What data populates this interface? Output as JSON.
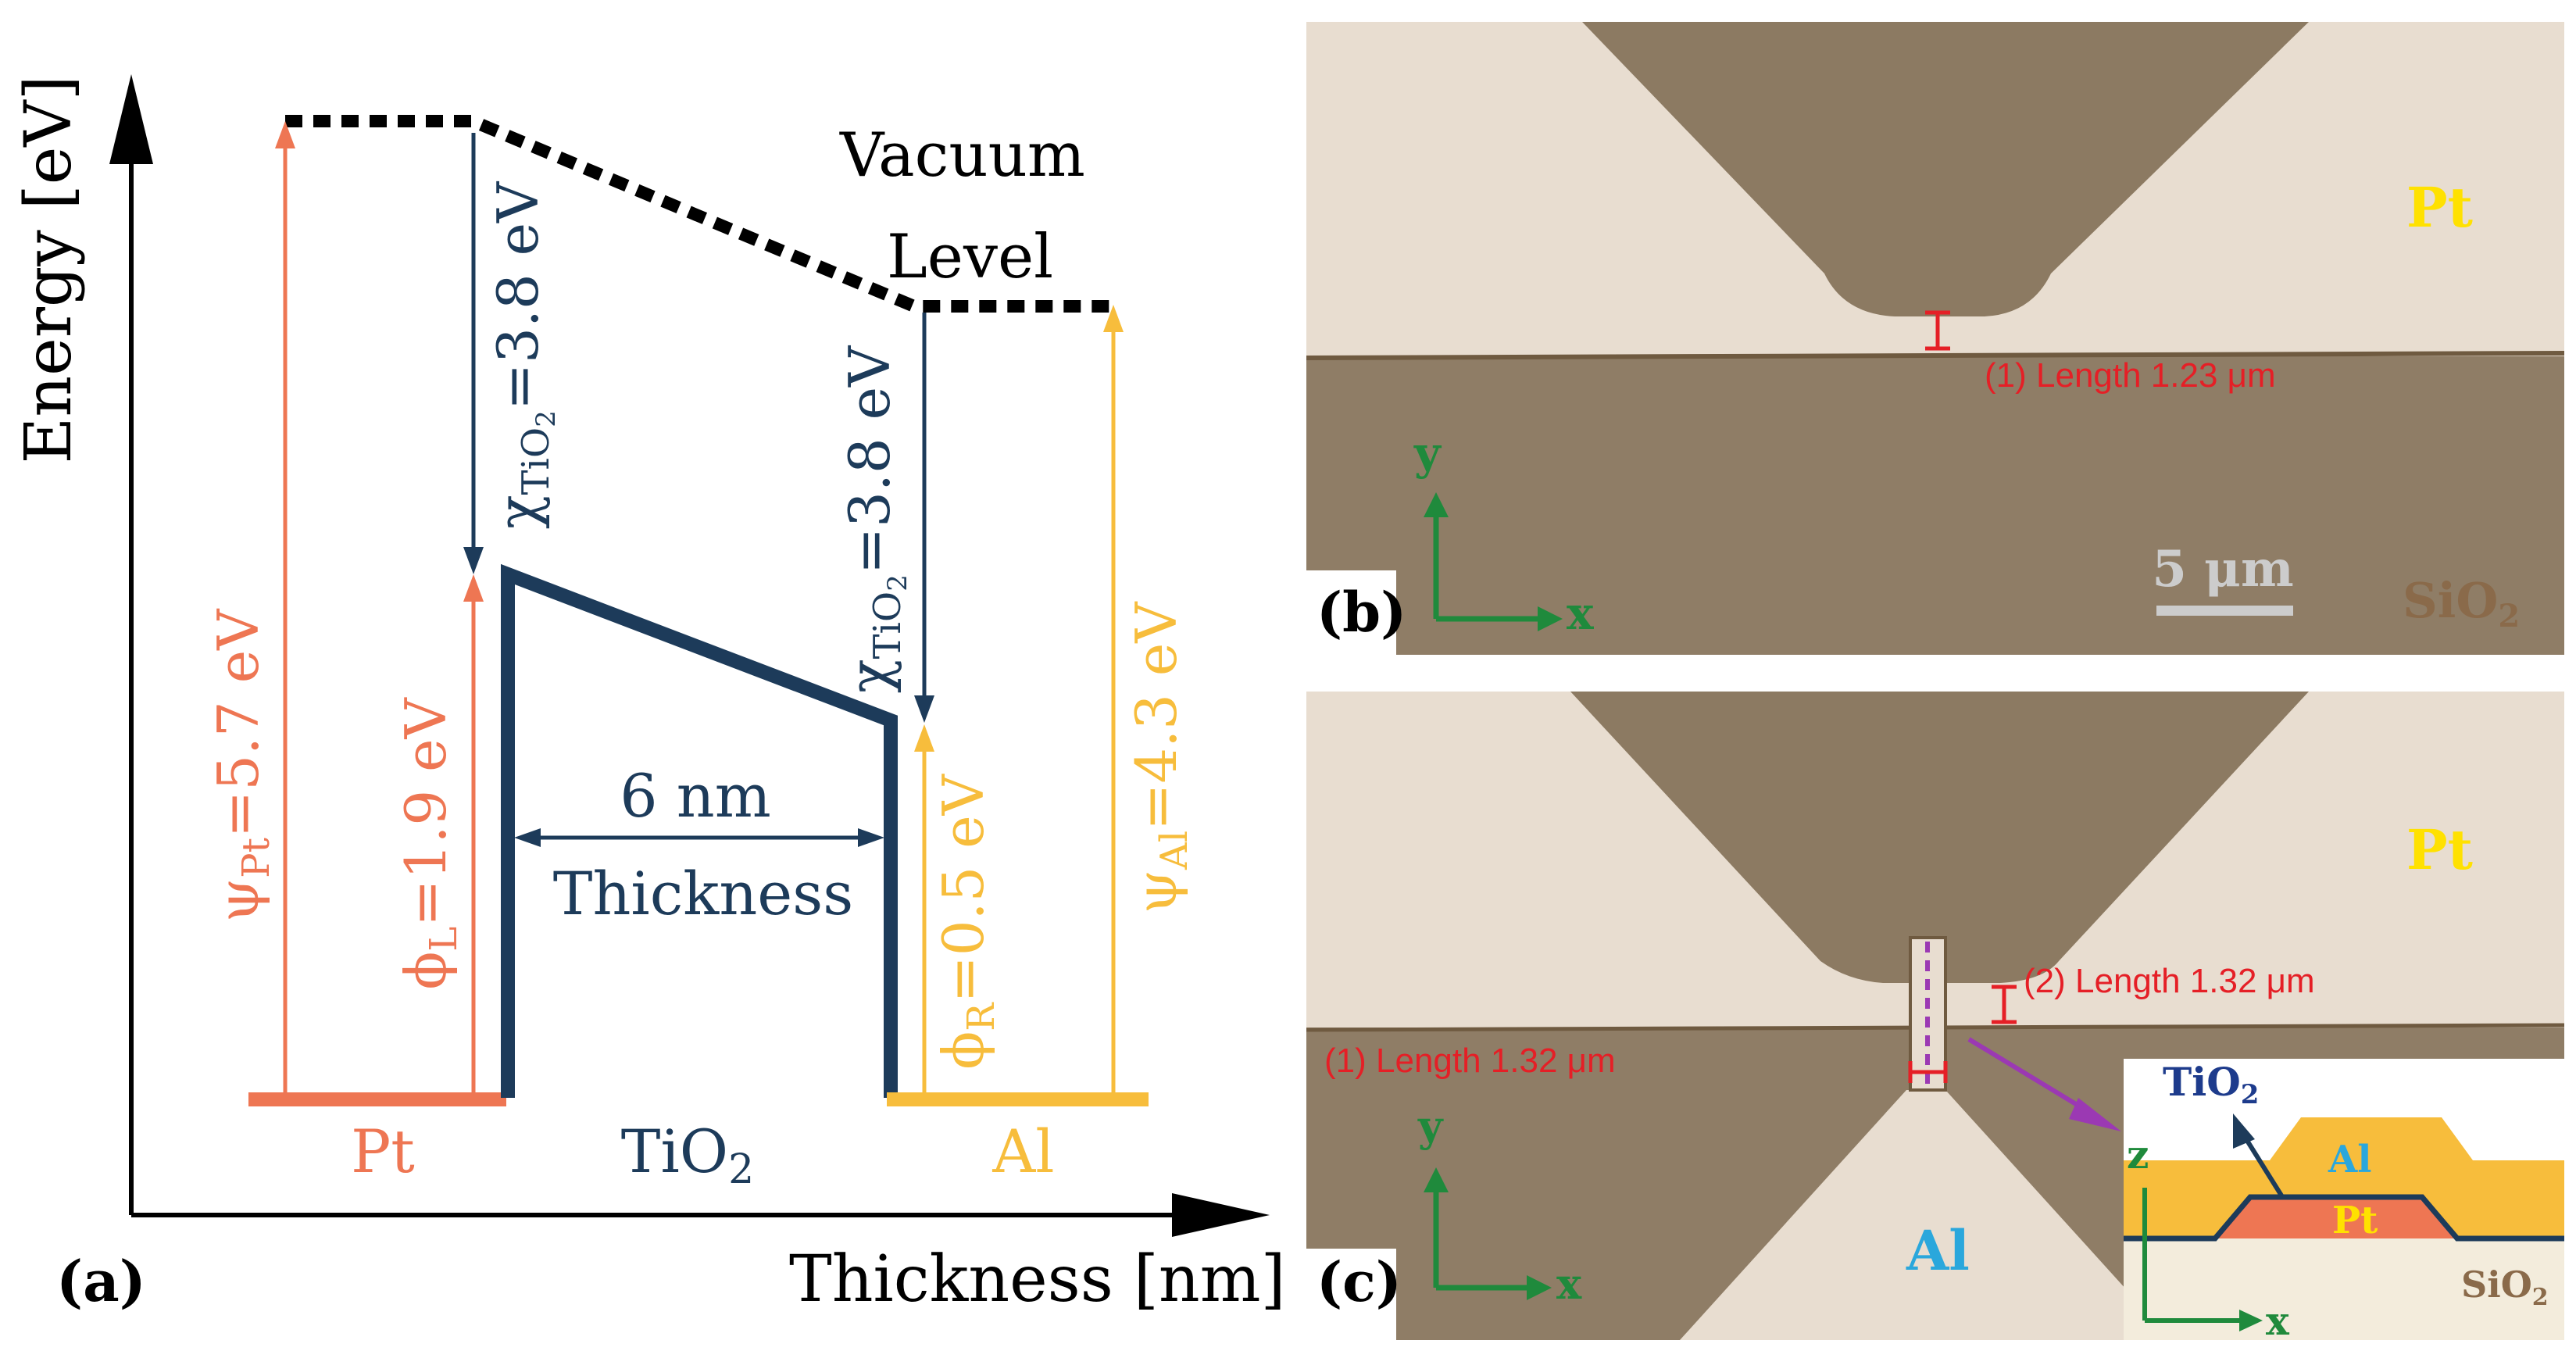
{
  "colors": {
    "pt": "#ee7653",
    "tio2": "#1d3b5a",
    "al": "#f7bd3c",
    "red": "#e51f26",
    "green": "#1f8a3c",
    "yellow_label": "#ffe100",
    "cyan_label": "#2aa7dc",
    "sio2_label": "#8a6a4a",
    "purple": "#9b39b3",
    "scalebar": "#cccccc",
    "pt_film": "#e8ddd0",
    "sio2_substrate": "#8f7d66",
    "pt_dark_region": "#8c7a62"
  },
  "panel_a": {
    "panel_label": "(a)",
    "y_axis_label": "Energy [eV]",
    "x_axis_label": "Thickness [nm]",
    "vacuum_label_line1": "Vacuum",
    "vacuum_label_line2": "Level",
    "psi_pt_text": "=5.7 eV",
    "psi_pt_sub": "Pt",
    "phi_l_text": "=1.9 eV",
    "phi_l_sub": "L",
    "chi_left_text": "=3.8 eV",
    "chi_right_text": "=3.8 eV",
    "chi_sub": "TiO",
    "chi_sub2": "2",
    "phi_r_text": "=0.5 eV",
    "phi_r_sub": "R",
    "psi_al_text": "=4.3 eV",
    "psi_al_sub": "Al",
    "thickness_value": "6 nm",
    "thickness_word": "Thickness",
    "bottom_pt": "Pt",
    "bottom_tio2": "TiO",
    "bottom_tio2_sub": "2",
    "bottom_al": "Al"
  },
  "panel_b": {
    "panel_label": "(b)",
    "pt_label": "Pt",
    "sio2_label": "SiO",
    "sio2_sub": "2",
    "scale_label": "5 μm",
    "measure_label": "(1)  Length 1.23 μm",
    "axis_y": "y",
    "axis_x": "x"
  },
  "panel_c": {
    "panel_label": "(c)",
    "pt_label": "Pt",
    "al_label": "Al",
    "measure1_label": "(1)  Length 1.32 μm",
    "measure2_label": "(2)  Length 1.32 μm",
    "axis_y": "y",
    "axis_x": "x",
    "inset": {
      "tio2": "TiO",
      "tio2_sub": "2",
      "al": "Al",
      "pt": "Pt",
      "sio2": "SiO",
      "sio2_sub": "2",
      "axis_z": "z",
      "axis_x": "x"
    }
  }
}
